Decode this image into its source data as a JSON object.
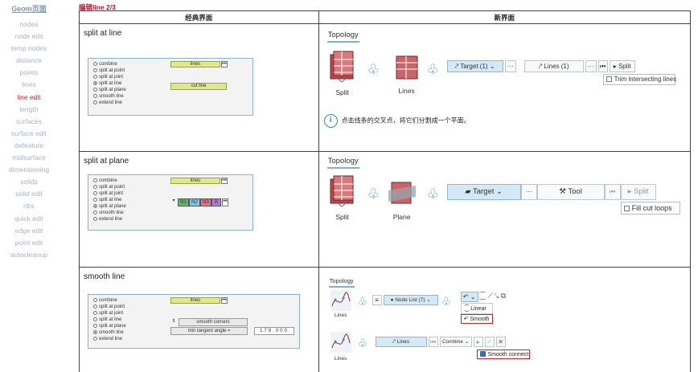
{
  "sidebar": {
    "header": "Geom页面",
    "items": [
      "nodes",
      "node edit",
      "temp nodes",
      "distance",
      "points",
      "lines",
      "line edit",
      "length",
      "surfaces",
      "surface edit",
      "defeature",
      "midsurface",
      "dimensioning",
      "solids",
      "solid edit",
      "ribs",
      "quick edit",
      "edge edit",
      "point edit",
      "autocleanup"
    ],
    "active": "line edit"
  },
  "page_title": "编辑line 2/3",
  "table": {
    "col_classic": "经典界面",
    "col_new": "新界面"
  },
  "rows": [
    {
      "title": "split at line",
      "classic": {
        "options": [
          "combine",
          "split at point",
          "split at joint",
          "split at line",
          "split at plane",
          "smooth line",
          "extend line"
        ],
        "selected": "split at line",
        "field_lines": "lines",
        "button": "cut line"
      },
      "new": {
        "topology": "Topology",
        "split_label": "Split",
        "lines_label": "Lines",
        "target": "Target (1)",
        "more": "···",
        "lines_btn": "Lines (1)",
        "split_btn": "Split",
        "trim_label": "Trim intersecting lines",
        "info": "点击线条的交叉点，将它们分割成一个平面。"
      }
    },
    {
      "title": "split at plane",
      "classic": {
        "options": [
          "combine",
          "split at point",
          "split at joint",
          "split at line",
          "split at plane",
          "smooth line",
          "extend line"
        ],
        "selected": "split at plane",
        "field_lines": "lines",
        "plane_buttons": [
          "N1",
          "N2",
          "N3",
          "B"
        ]
      },
      "new": {
        "topology": "Topology",
        "split_label": "Split",
        "plane_label": "Plane",
        "target": "Target",
        "more": "···",
        "tool": "Tool",
        "split_btn": "Split",
        "fill_label": "Fill cut loops"
      }
    },
    {
      "title": "smooth line",
      "classic": {
        "options": [
          "combine",
          "split at point",
          "split at joint",
          "split at line",
          "split at plane",
          "smooth line",
          "extend line"
        ],
        "selected": "smooth line",
        "field_lines": "lines",
        "smooth_corners": "smooth corners",
        "min_angle": "min tangent angle =",
        "angle_value": "178.000"
      },
      "new": {
        "topology": "Topology",
        "lines_label_1": "Lines",
        "lines_label_2": "Lines",
        "node_list": "Node List (7)",
        "menu_linear": "Linear",
        "menu_smooth": "Smooth",
        "lines_btn": "Lines",
        "combine": "Combine",
        "smooth_connect": "Smooth connect"
      }
    }
  ],
  "colors": {
    "accent_red": "#c0262c",
    "accent_blue": "#4b8bc7",
    "classic_yellow": "#dfe88a"
  }
}
